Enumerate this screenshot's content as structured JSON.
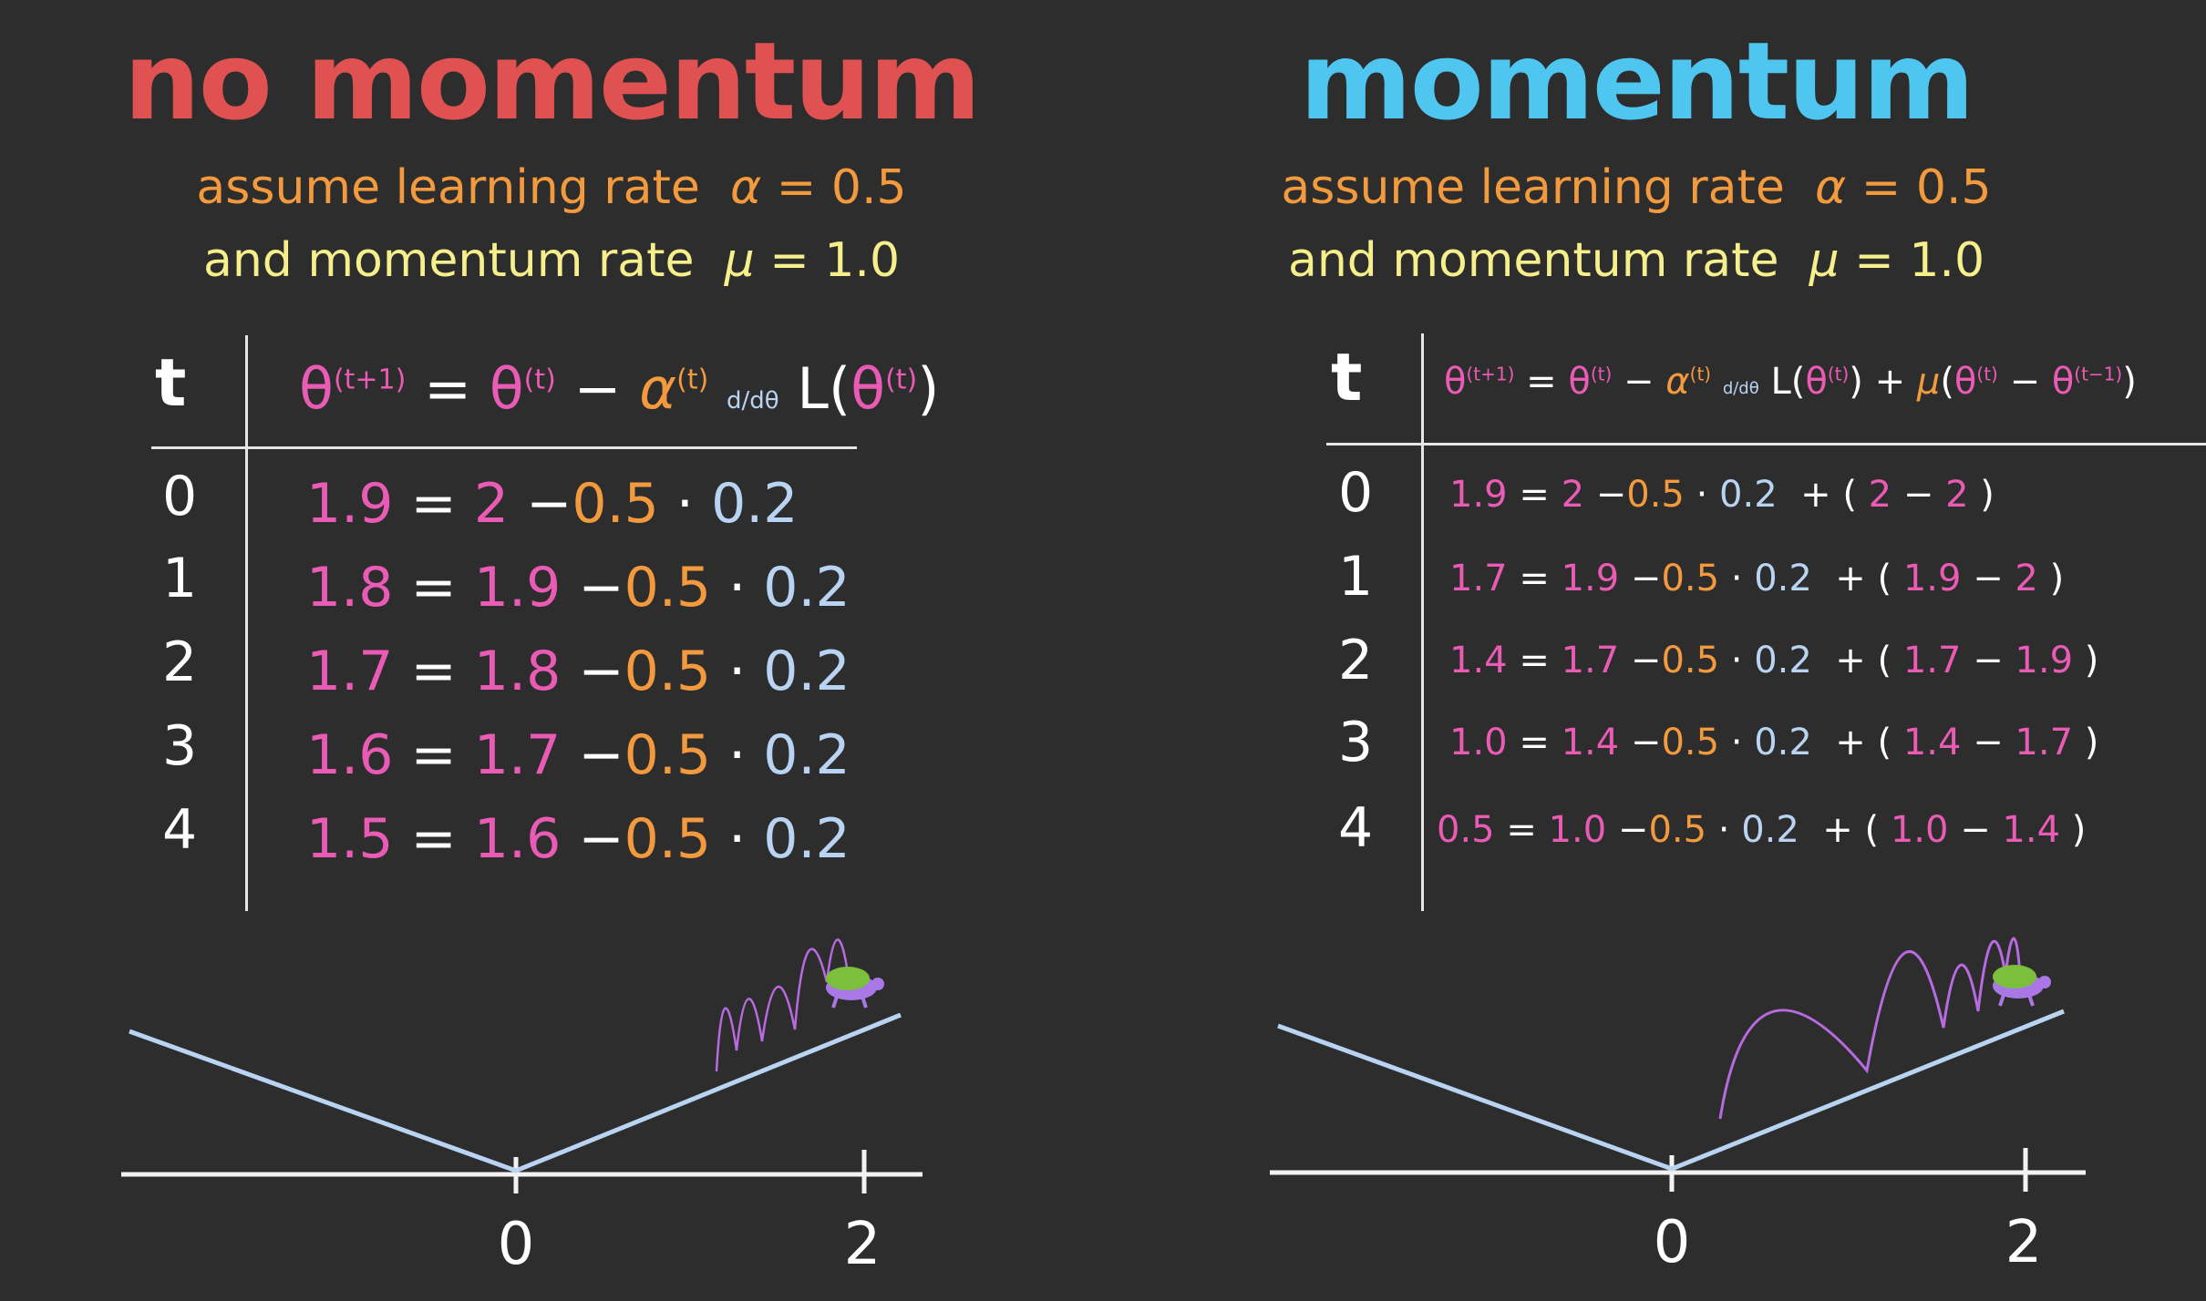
{
  "colors": {
    "background": "#2d2d2d",
    "no_momentum_title": "#e05252",
    "momentum_title": "#4fc6ef",
    "learning_rate_text": "#f29a3d",
    "momentum_rate_text": "#f6ef8c",
    "theta": "#e95bb4",
    "alpha": "#f29a3d",
    "gradient": "#b9d3f3",
    "path": "#b86be0",
    "turtle_shell": "#7bbf3c",
    "turtle_body": "#a978e6"
  },
  "left": {
    "title": "no momentum",
    "assume_lr_text": "assume learning rate",
    "alpha_symbol": "α",
    "lr_value": "= 0.5",
    "assume_mu_text": "and momentum rate",
    "mu_symbol": "μ",
    "mu_value": "= 1.0",
    "t_header": "t",
    "formula": {
      "theta_next": "θ",
      "sup_next": "(t+1)",
      "eq": "=",
      "theta_t": "θ",
      "sup_t": "(t)",
      "minus": "−",
      "alpha": "α",
      "sup_alpha": "(t)",
      "deriv": "d/dθ",
      "L": "L(",
      "theta_in": "θ",
      "sup_in": "(t)",
      "close": ")"
    },
    "t_values": [
      "0",
      "1",
      "2",
      "3",
      "4"
    ],
    "rows": [
      {
        "lhs": "1.9",
        "eq": "=",
        "theta": "2",
        "minus": "−",
        "alpha": "0.5",
        "dot": "·",
        "grad": "0.2"
      },
      {
        "lhs": "1.8",
        "eq": "=",
        "theta": "1.9",
        "minus": "−",
        "alpha": "0.5",
        "dot": "·",
        "grad": "0.2"
      },
      {
        "lhs": "1.7",
        "eq": "=",
        "theta": "1.8",
        "minus": "−",
        "alpha": "0.5",
        "dot": "·",
        "grad": "0.2"
      },
      {
        "lhs": "1.6",
        "eq": "=",
        "theta": "1.7",
        "minus": "−",
        "alpha": "0.5",
        "dot": "·",
        "grad": "0.2"
      },
      {
        "lhs": "1.5",
        "eq": "=",
        "theta": "1.6",
        "minus": "−",
        "alpha": "0.5",
        "dot": "·",
        "grad": "0.2"
      }
    ],
    "axis_labels": [
      "0",
      "2"
    ]
  },
  "right": {
    "title": "momentum",
    "assume_lr_text": "assume learning rate",
    "alpha_symbol": "α",
    "lr_value": "= 0.5",
    "assume_mu_text": "and momentum rate",
    "mu_symbol": "μ",
    "mu_value": "= 1.0",
    "t_header": "t",
    "formula": {
      "theta_next": "θ",
      "sup_next": "(t+1)",
      "eq": "=",
      "theta_t": "θ",
      "sup_t": "(t)",
      "minus": "−",
      "alpha": "α",
      "sup_alpha": "(t)",
      "deriv": "d/dθ",
      "L": "L(",
      "theta_in": "θ",
      "sup_in": "(t)",
      "close": ")",
      "plus": "+",
      "mu": "μ",
      "open2": "(",
      "theta_a": "θ",
      "sup_a": "(t)",
      "minus2": "−",
      "theta_b": "θ",
      "sup_b": "(t−1)",
      "close2": ")"
    },
    "t_values": [
      "0",
      "1",
      "2",
      "3",
      "4"
    ],
    "rows": [
      {
        "lhs": "1.9",
        "eq": "=",
        "theta": "2",
        "minus": "−",
        "alpha": "0.5",
        "dot": "·",
        "grad": "0.2",
        "plus": "+",
        "open": "(",
        "a": "2",
        "m": "−",
        "b": "2",
        "close": ")"
      },
      {
        "lhs": "1.7",
        "eq": "=",
        "theta": "1.9",
        "minus": "−",
        "alpha": "0.5",
        "dot": "·",
        "grad": "0.2",
        "plus": "+",
        "open": "(",
        "a": "1.9",
        "m": "−",
        "b": "2",
        "close": ")"
      },
      {
        "lhs": "1.4",
        "eq": "=",
        "theta": "1.7",
        "minus": "−",
        "alpha": "0.5",
        "dot": "·",
        "grad": "0.2",
        "plus": "+",
        "open": "(",
        "a": "1.7",
        "m": "−",
        "b": "1.9",
        "close": ")"
      },
      {
        "lhs": "1.0",
        "eq": "=",
        "theta": "1.4",
        "minus": "−",
        "alpha": "0.5",
        "dot": "·",
        "grad": "0.2",
        "plus": "+",
        "open": "(",
        "a": "1.4",
        "m": "−",
        "b": "1.7",
        "close": ")"
      },
      {
        "lhs": "0.5",
        "eq": "=",
        "theta": "1.0",
        "minus": "−",
        "alpha": "0.5",
        "dot": "·",
        "grad": "0.2",
        "plus": "+",
        "open": "(",
        "a": "1.0",
        "m": "−",
        "b": "1.4",
        "close": ")"
      }
    ],
    "axis_labels": [
      "0",
      "2"
    ]
  }
}
